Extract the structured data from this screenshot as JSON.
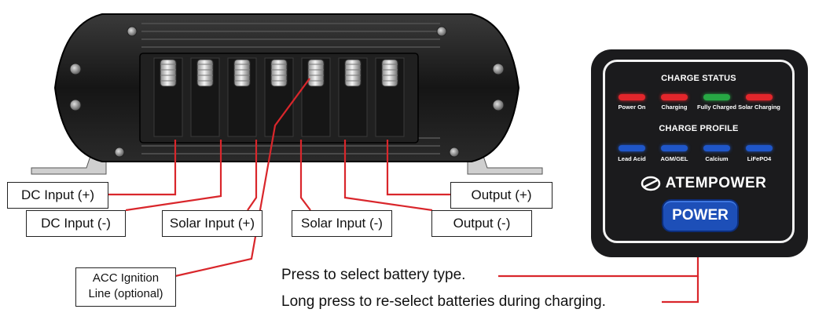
{
  "labels": {
    "dc_in_pos": "DC Input (+)",
    "dc_in_neg": "DC Input (-)",
    "solar_in_pos": "Solar Input (+)",
    "solar_in_neg": "Solar Input (-)",
    "output_neg": "Output (-)",
    "output_pos": "Output (+)",
    "acc_line1": "ACC Ignition",
    "acc_line2": "Line (optional)"
  },
  "panel": {
    "status_title": "CHARGE STATUS",
    "status_leds": [
      {
        "label": "Power On",
        "color": "#e3262b"
      },
      {
        "label": "Charging",
        "color": "#e3262b"
      },
      {
        "label": "Fully Charged",
        "color": "#27a844"
      },
      {
        "label": "Solar Charging",
        "color": "#e3262b"
      }
    ],
    "profile_title": "CHARGE PROFILE",
    "profile_leds": [
      {
        "label": "Lead Acid",
        "color": "#1f56c8"
      },
      {
        "label": "AGM/GEL",
        "color": "#1f56c8"
      },
      {
        "label": "Calcium",
        "color": "#1f56c8"
      },
      {
        "label": "LiFePO4",
        "color": "#1f56c8"
      }
    ],
    "brand": "ATEMPOWER",
    "power_button": "POWER"
  },
  "notes": {
    "press": "Press to select battery type.",
    "long_press": "Long press to re-select batteries during charging."
  },
  "colors": {
    "leader": "#d9262b",
    "housing": "#1c1c1c"
  }
}
